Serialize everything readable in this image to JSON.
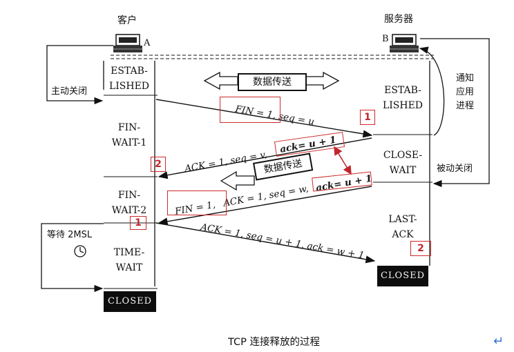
{
  "client": {
    "name": "客户",
    "host_label": "A"
  },
  "server": {
    "name": "服务器",
    "host_label": "B"
  },
  "client_states": [
    "ESTAB-\nLISHED",
    "FIN-\nWAIT-1",
    "FIN-\nWAIT-2",
    "TIME-\nWAIT"
  ],
  "server_states": [
    "ESTAB-\nLISHED",
    "CLOSE-\nWAIT",
    "LAST-\nACK"
  ],
  "closed_label": "CLOSED",
  "active_close": "主动关闭",
  "passive_close": "被动关闭",
  "notify_app": "通知\n应用\n进程",
  "wait_2msl": "等待 2MSL",
  "data_transfer_1": "数据传送",
  "data_transfer_2": "数据传送",
  "messages": {
    "fin1": "FIN = 1, seq = u",
    "ack1_a": "ACK = 1, seq = v,",
    "ack1_b": "ack= u + 1",
    "fin2_a": "FIN = 1,",
    "fin2_b": "ACK = 1, seq = w,",
    "fin2_c": "ack= u + 1",
    "ack2": "ACK = 1, seq = u + 1, ack = w + 1"
  },
  "markers": {
    "m1_server": "1",
    "m2_client": "2",
    "m1_client": "1",
    "m2_server": "2"
  },
  "caption": "TCP 连接释放的过程",
  "return_symbol": "↵"
}
